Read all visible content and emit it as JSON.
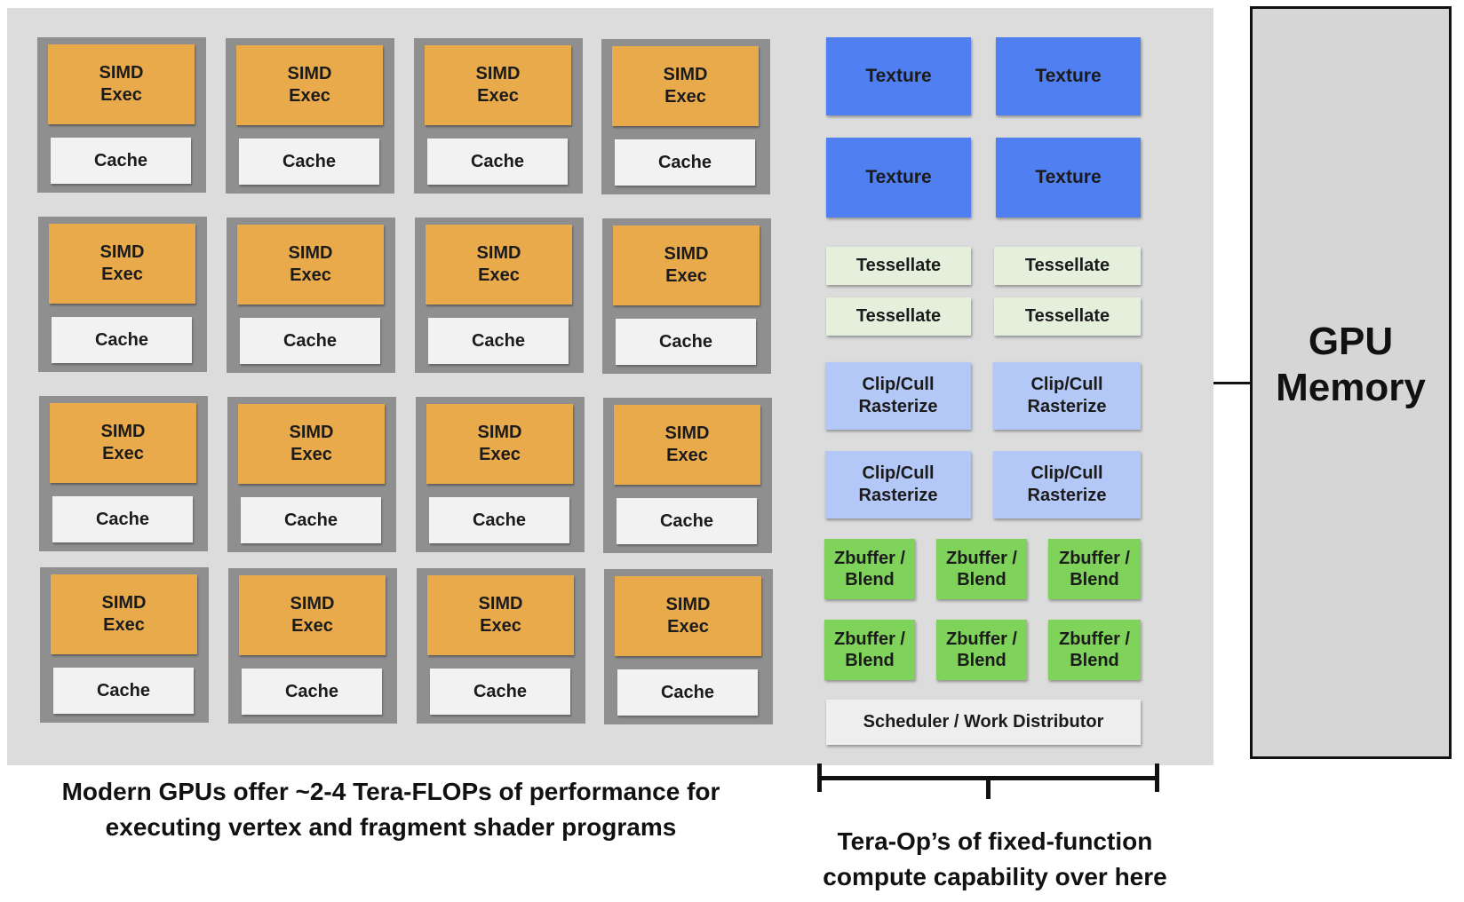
{
  "cores": {
    "simd_line1": "SIMD",
    "simd_line2": "Exec",
    "cache_label": "Cache",
    "count": 16
  },
  "fixed_function": {
    "texture": [
      "Texture",
      "Texture",
      "Texture",
      "Texture"
    ],
    "tessellate": [
      "Tessellate",
      "Tessellate",
      "Tessellate",
      "Tessellate"
    ],
    "clip_cull": [
      {
        "line1": "Clip/Cull",
        "line2": "Rasterize"
      },
      {
        "line1": "Clip/Cull",
        "line2": "Rasterize"
      },
      {
        "line1": "Clip/Cull",
        "line2": "Rasterize"
      },
      {
        "line1": "Clip/Cull",
        "line2": "Rasterize"
      }
    ],
    "zbuffer": [
      {
        "line1": "Zbuffer /",
        "line2": "Blend"
      },
      {
        "line1": "Zbuffer /",
        "line2": "Blend"
      },
      {
        "line1": "Zbuffer /",
        "line2": "Blend"
      },
      {
        "line1": "Zbuffer /",
        "line2": "Blend"
      },
      {
        "line1": "Zbuffer /",
        "line2": "Blend"
      },
      {
        "line1": "Zbuffer /",
        "line2": "Blend"
      }
    ],
    "scheduler": "Scheduler / Work Distributor"
  },
  "memory": {
    "line1": "GPU",
    "line2": "Memory"
  },
  "captions": {
    "left_line1": "Modern GPUs offer ~2-4 Tera-FLOPs of performance for",
    "left_line2": "executing vertex and fragment shader programs",
    "right_line1": "Tera-Op’s of fixed-function",
    "right_line2": "compute capability over here"
  },
  "colors": {
    "simd": "#e9aa4c",
    "texture": "#4f7ff0",
    "tessellate": "#e4efdc",
    "clip_cull": "#b3c8f7",
    "zbuffer": "#7fd35a",
    "chip_background": "#dcdcdc",
    "core_background": "#8f8f8f"
  }
}
